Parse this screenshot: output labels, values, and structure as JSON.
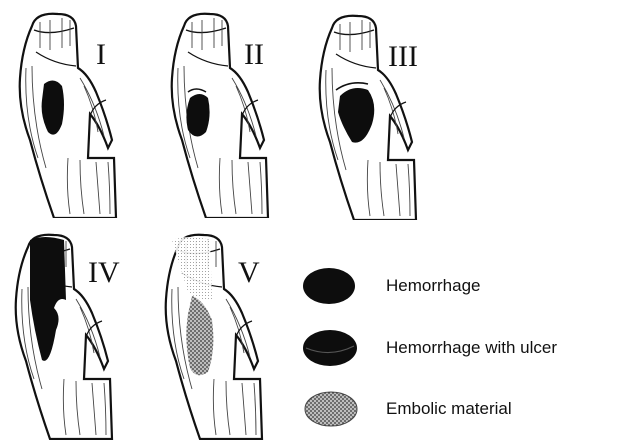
{
  "panels": [
    {
      "id": "I",
      "label": "I"
    },
    {
      "id": "II",
      "label": "II"
    },
    {
      "id": "III",
      "label": "III"
    },
    {
      "id": "IV",
      "label": "IV"
    },
    {
      "id": "V",
      "label": "V"
    }
  ],
  "legend": [
    {
      "key": "hemorrhage",
      "label": "Hemorrhage"
    },
    {
      "key": "hemorrhage_ulcer",
      "label": "Hemorrhage with ulcer"
    },
    {
      "key": "embolic",
      "label": "Embolic material"
    }
  ],
  "colors": {
    "ink": "#111111",
    "lesion": "#0d0d0d",
    "embolic": "#8a8a8a",
    "background": "#ffffff"
  }
}
